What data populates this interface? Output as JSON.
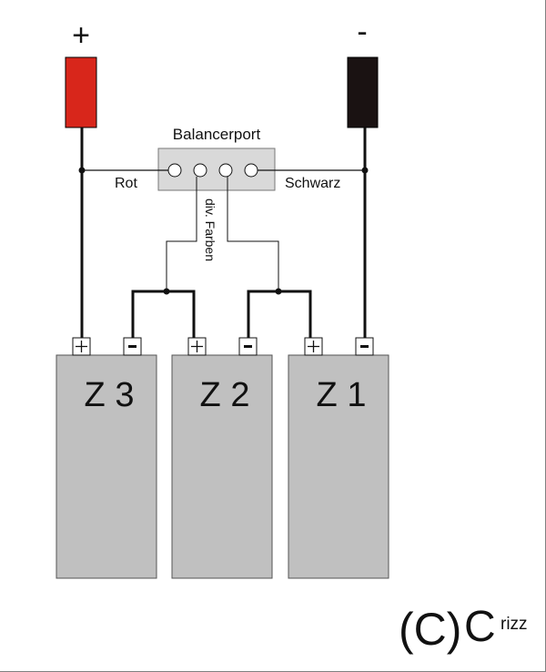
{
  "polarity": {
    "plus": "+",
    "minus": "-"
  },
  "balancer": {
    "title": "Balancerport",
    "red_label": "Rot",
    "black_label": "Schwarz",
    "wires_label": "div. Farben"
  },
  "cells": [
    {
      "label": "Z 3"
    },
    {
      "label": "Z 2"
    },
    {
      "label": "Z 1"
    }
  ],
  "copyright": {
    "symbol": "(C)",
    "author_initial": "C",
    "author_rest": "rizz"
  },
  "colors": {
    "positive_plug": "#d8261b",
    "negative_plug": "#1a1212",
    "cell_fill": "#c0c0c0",
    "balancer_fill": "#d9d9d9"
  }
}
